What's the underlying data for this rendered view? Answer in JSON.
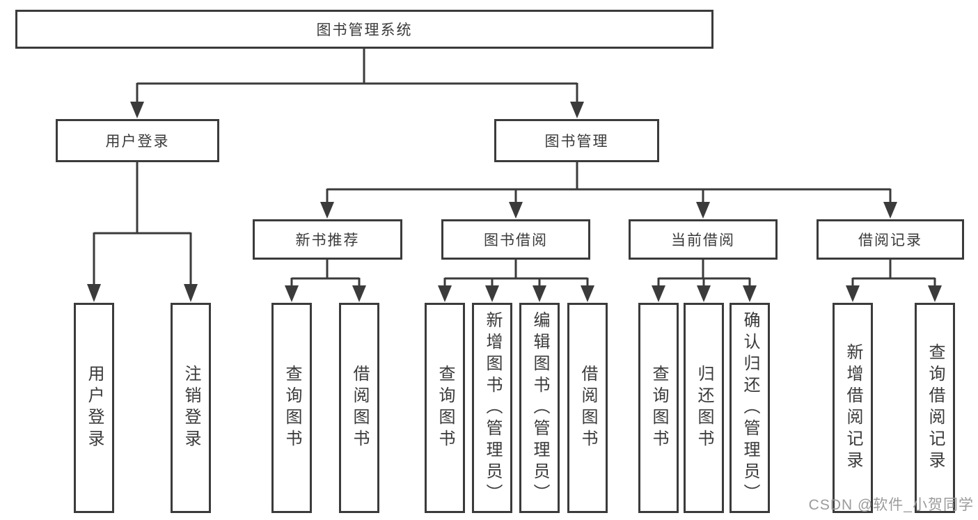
{
  "diagram": {
    "title": "图书管理系统",
    "root": {
      "label": "图书管理系统"
    },
    "level2": [
      {
        "id": "user-login",
        "label": "用户登录"
      },
      {
        "id": "book-management",
        "label": "图书管理"
      }
    ],
    "level3": [
      {
        "id": "new-book-recommendation",
        "label": "新书推荐",
        "parent": "book-management"
      },
      {
        "id": "book-borrowing",
        "label": "图书借阅",
        "parent": "book-management"
      },
      {
        "id": "current-borrowing",
        "label": "当前借阅",
        "parent": "book-management"
      },
      {
        "id": "borrowing-records",
        "label": "借阅记录",
        "parent": "book-management"
      }
    ],
    "leaves": [
      {
        "id": "user-login-leaf",
        "label": "用户登录",
        "parent": "user-login"
      },
      {
        "id": "logout",
        "label": "注销登录",
        "parent": "user-login"
      },
      {
        "id": "query-books-recommend",
        "label": "查询图书",
        "parent": "new-book-recommendation"
      },
      {
        "id": "borrow-books-recommend",
        "label": "借阅图书",
        "parent": "new-book-recommendation"
      },
      {
        "id": "query-books-borrowing",
        "label": "查询图书",
        "parent": "book-borrowing"
      },
      {
        "id": "add-books-admin",
        "label": "新增图书（管理员）",
        "parent": "book-borrowing"
      },
      {
        "id": "edit-books-admin",
        "label": "编辑图书（管理员）",
        "parent": "book-borrowing"
      },
      {
        "id": "borrow-books-borrowing",
        "label": "借阅图书",
        "parent": "book-borrowing"
      },
      {
        "id": "query-books-current",
        "label": "查询图书",
        "parent": "current-borrowing"
      },
      {
        "id": "return-books",
        "label": "归还图书",
        "parent": "current-borrowing"
      },
      {
        "id": "confirm-return-admin",
        "label": "确认归还（管理员）",
        "parent": "current-borrowing"
      },
      {
        "id": "add-borrow-record",
        "label": "新增借阅记录",
        "parent": "borrowing-records"
      },
      {
        "id": "query-borrow-record",
        "label": "查询借阅记录",
        "parent": "borrowing-records"
      }
    ],
    "colors": {
      "ink": "#3b3b3b",
      "background": "#ffffff",
      "watermark": "#9b9b9b"
    }
  },
  "watermark": {
    "text": "CSDN @软件_小贺同学"
  }
}
